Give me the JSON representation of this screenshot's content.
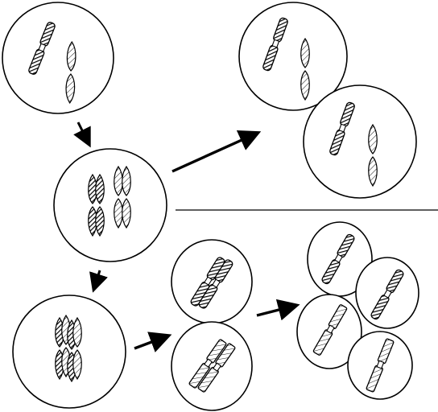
{
  "diagram": {
    "cells": [
      {
        "name": "parent-cell"
      },
      {
        "name": "replicated-cell"
      },
      {
        "name": "mitosis-daughter-cell-1"
      },
      {
        "name": "mitosis-daughter-cell-2"
      },
      {
        "name": "synapsis-cell"
      },
      {
        "name": "meiosis-one-daughter-cell-1"
      },
      {
        "name": "meiosis-one-daughter-cell-2"
      },
      {
        "name": "gamete-cell-1"
      },
      {
        "name": "gamete-cell-2"
      },
      {
        "name": "gamete-cell-3"
      },
      {
        "name": "gamete-cell-4"
      }
    ],
    "patterns": {
      "dark_fill": "#555555",
      "light_fill": "#ffffff",
      "stroke": "#000000"
    }
  }
}
